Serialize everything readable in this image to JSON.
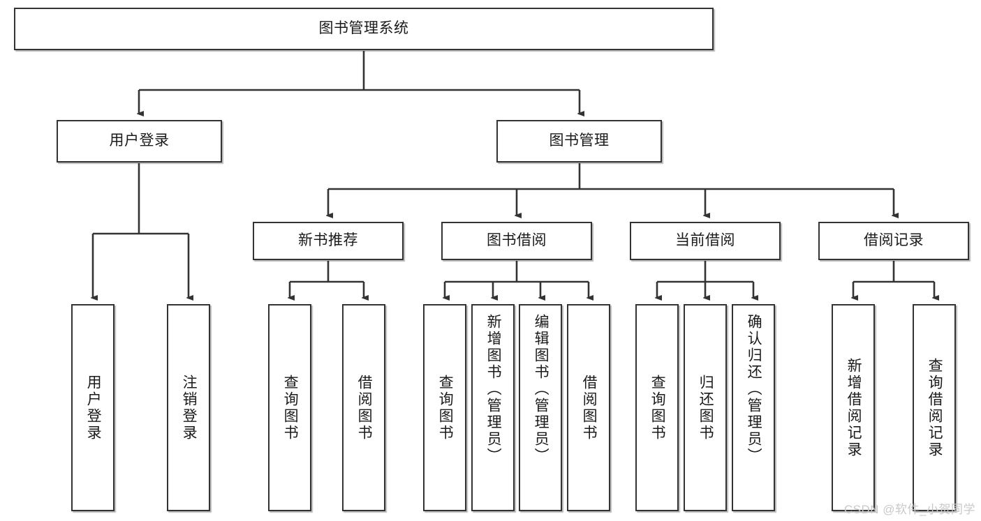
{
  "diagram": {
    "type": "tree-hierarchy-chart",
    "title": "图书管理系统",
    "colors": {
      "box_border": "#333333",
      "box_fill": "#ffffff",
      "connector": "#333333",
      "text": "#1a1a1a",
      "watermark": "#c9c9c9",
      "background": "#ffffff"
    },
    "root": {
      "label": "图书管理系统"
    },
    "level2": [
      {
        "label": "用户登录"
      },
      {
        "label": "图书管理"
      }
    ],
    "level3": [
      {
        "label": "新书推荐"
      },
      {
        "label": "图书借阅"
      },
      {
        "label": "当前借阅"
      },
      {
        "label": "借阅记录"
      }
    ],
    "leaves": {
      "user_login": [
        {
          "label": "用户登录"
        },
        {
          "label": "注销登录"
        }
      ],
      "new_book_recommend": [
        {
          "label": "查询图书"
        },
        {
          "label": "借阅图书"
        }
      ],
      "book_borrow": [
        {
          "label": "查询图书"
        },
        {
          "label": "新增图书（管理员）"
        },
        {
          "label": "编辑图书（管理员）"
        },
        {
          "label": "借阅图书"
        }
      ],
      "current_borrow": [
        {
          "label": "查询图书"
        },
        {
          "label": "归还图书"
        },
        {
          "label": "确认归还（管理员）"
        }
      ],
      "borrow_record": [
        {
          "label": "新增借阅记录"
        },
        {
          "label": "查询借阅记录"
        }
      ]
    },
    "watermark": "CSDN @软件_小贺同学"
  }
}
